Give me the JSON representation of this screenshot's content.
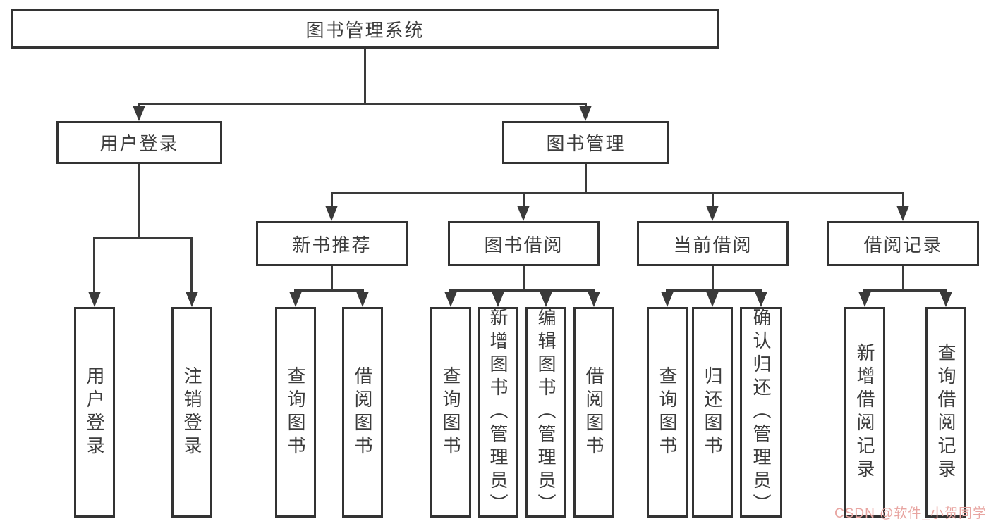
{
  "diagram": {
    "root": {
      "label": "图书管理系统"
    },
    "level2": {
      "user_login": {
        "label": "用户登录",
        "children": [
          "用户登录",
          "注销登录"
        ]
      },
      "book_mgmt": {
        "label": "图书管理"
      }
    },
    "level3": {
      "new_books": {
        "label": "新书推荐",
        "children": [
          "查询图书",
          "借阅图书"
        ]
      },
      "book_borrow": {
        "label": "图书借阅",
        "children": [
          "查询图书",
          "新增图书（管理员）",
          "编辑图书（管理员）",
          "借阅图书"
        ]
      },
      "current_borrow": {
        "label": "当前借阅",
        "children": [
          "查询图书",
          "归还图书",
          "确认归还（管理员）"
        ]
      },
      "borrow_records": {
        "label": "借阅记录",
        "children": [
          "新增借阅记录",
          "查询借阅记录"
        ]
      }
    }
  },
  "watermark": {
    "text": "CSDN @软件_小贺同学",
    "color": "#e8a5a1"
  },
  "colors": {
    "line": "#3a3a3a",
    "border": "#333333",
    "text": "#3c3c3c",
    "background": "#ffffff"
  }
}
